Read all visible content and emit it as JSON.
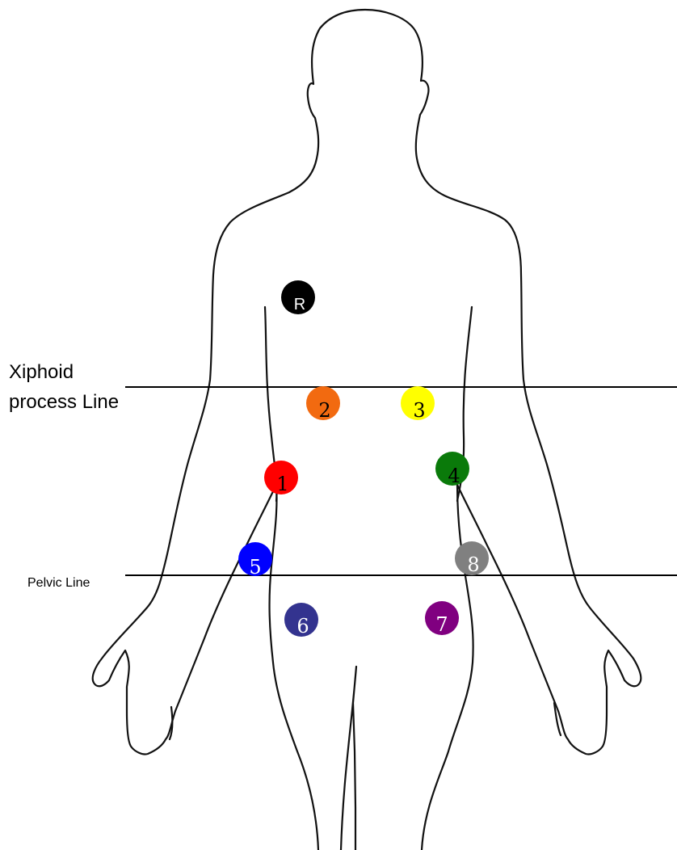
{
  "labels": {
    "xiphoid_line_1": "Xiphoid",
    "xiphoid_line_2": "process Line",
    "pelvic_line": "Pelvic Line"
  },
  "markers": [
    {
      "id": "R",
      "label": "R",
      "color": "#000000",
      "text_color": "#ffffff"
    },
    {
      "id": "1",
      "label": "1",
      "color": "#ff0000",
      "text_color": "#000000"
    },
    {
      "id": "2",
      "label": "2",
      "color": "#f26a10",
      "text_color": "#000000"
    },
    {
      "id": "3",
      "label": "3",
      "color": "#ffff00",
      "text_color": "#000000"
    },
    {
      "id": "4",
      "label": "4",
      "color": "#0a7a0a",
      "text_color": "#000000"
    },
    {
      "id": "5",
      "label": "5",
      "color": "#0000ff",
      "text_color": "#ffffff"
    },
    {
      "id": "6",
      "label": "6",
      "color": "#33338f",
      "text_color": "#ffffff"
    },
    {
      "id": "7",
      "label": "7",
      "color": "#800080",
      "text_color": "#ffffff"
    },
    {
      "id": "8",
      "label": "8",
      "color": "#808080",
      "text_color": "#ffffff"
    }
  ]
}
